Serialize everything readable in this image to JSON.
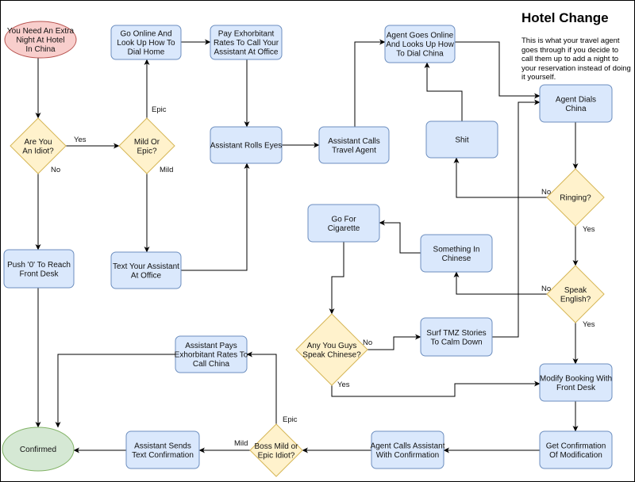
{
  "title": "Hotel Change",
  "description": "This is what your travel agent goes through if you decide to call them up to add a night to your reservation instead of doing it yourself.",
  "colors": {
    "process_fill": "#dae8fc",
    "process_stroke": "#6c8ebf",
    "decision_fill": "#fff2cc",
    "decision_stroke": "#d6b656",
    "start_fill": "#f8cecc",
    "start_stroke": "#b85450",
    "end_fill": "#d5e8d4",
    "end_stroke": "#82b366",
    "edge": "#000000"
  },
  "nodes": [
    {
      "id": "start",
      "shape": "ellipse",
      "lines": [
        "You Need An Extra",
        "Night At Hotel",
        "In China"
      ]
    },
    {
      "id": "idiot",
      "shape": "diamond",
      "lines": [
        "Are You",
        "An Idiot?"
      ]
    },
    {
      "id": "mild_epic",
      "shape": "diamond",
      "lines": [
        "Mild Or",
        "Epic?"
      ]
    },
    {
      "id": "go_online",
      "shape": "process",
      "lines": [
        "Go Online And",
        "Look Up How To",
        "Dial Home"
      ]
    },
    {
      "id": "pay_exorb",
      "shape": "process",
      "lines": [
        "Pay Exhorbitant",
        "Rates To Call Your",
        "Assistant At Office"
      ]
    },
    {
      "id": "rolls_eyes",
      "shape": "process",
      "lines": [
        "Assistant Rolls Eyes"
      ]
    },
    {
      "id": "calls_agent",
      "shape": "process",
      "lines": [
        "Assistant Calls",
        "Travel Agent"
      ]
    },
    {
      "id": "text_asst",
      "shape": "process",
      "lines": [
        "Text Your Assistant",
        "At Office"
      ]
    },
    {
      "id": "push0",
      "shape": "process",
      "lines": [
        "Push '0' To Reach",
        "Front Desk"
      ]
    },
    {
      "id": "agent_online",
      "shape": "process",
      "lines": [
        "Agent Goes Online",
        "And Looks Up How",
        "To Dial China"
      ]
    },
    {
      "id": "shit",
      "shape": "process",
      "lines": [
        "Shit"
      ]
    },
    {
      "id": "agent_dials",
      "shape": "process",
      "lines": [
        "Agent Dials",
        "China"
      ]
    },
    {
      "id": "ringing",
      "shape": "diamond",
      "lines": [
        "Ringing?"
      ]
    },
    {
      "id": "speak_english",
      "shape": "diamond",
      "lines": [
        "Speak",
        "English?"
      ]
    },
    {
      "id": "cigarette",
      "shape": "process",
      "lines": [
        "Go For",
        "Cigarette"
      ]
    },
    {
      "id": "chinese",
      "shape": "process",
      "lines": [
        "Something In",
        "Chinese"
      ]
    },
    {
      "id": "any_chinese",
      "shape": "diamond",
      "lines": [
        "Any You Guys",
        "Speak Chinese?"
      ]
    },
    {
      "id": "tmz",
      "shape": "process",
      "lines": [
        "Surf TMZ Stories",
        "To Calm Down"
      ]
    },
    {
      "id": "modify",
      "shape": "process",
      "lines": [
        "Modify Booking With",
        "Front Desk"
      ]
    },
    {
      "id": "get_conf",
      "shape": "process",
      "lines": [
        "Get Confirmation",
        "Of Modification"
      ]
    },
    {
      "id": "agent_calls_asst",
      "shape": "process",
      "lines": [
        "Agent Calls Assistant",
        "With Confirmation"
      ]
    },
    {
      "id": "boss",
      "shape": "diamond",
      "lines": [
        "Boss Mild or",
        "Epic Idiot?"
      ]
    },
    {
      "id": "asst_sends",
      "shape": "process",
      "lines": [
        "Assistant Sends",
        "Text Confirmation"
      ]
    },
    {
      "id": "asst_pays",
      "shape": "process",
      "lines": [
        "Assistant Pays",
        "Exhorbitant Rates To",
        "Call China"
      ]
    },
    {
      "id": "confirmed",
      "shape": "ellipse",
      "lines": [
        "Confirmed"
      ]
    }
  ],
  "edges": [
    {
      "from": "start",
      "to": "idiot",
      "label": ""
    },
    {
      "from": "idiot",
      "to": "mild_epic",
      "label": "Yes"
    },
    {
      "from": "idiot",
      "to": "push0",
      "label": "No"
    },
    {
      "from": "mild_epic",
      "to": "go_online",
      "label": "Epic"
    },
    {
      "from": "mild_epic",
      "to": "text_asst",
      "label": "Mild"
    },
    {
      "from": "go_online",
      "to": "pay_exorb",
      "label": ""
    },
    {
      "from": "pay_exorb",
      "to": "rolls_eyes",
      "label": ""
    },
    {
      "from": "text_asst",
      "to": "rolls_eyes",
      "label": ""
    },
    {
      "from": "rolls_eyes",
      "to": "calls_agent",
      "label": ""
    },
    {
      "from": "calls_agent",
      "to": "agent_online",
      "label": ""
    },
    {
      "from": "agent_online",
      "to": "agent_dials",
      "label": ""
    },
    {
      "from": "agent_dials",
      "to": "ringing",
      "label": ""
    },
    {
      "from": "ringing",
      "to": "shit",
      "label": "No"
    },
    {
      "from": "shit",
      "to": "agent_online",
      "label": ""
    },
    {
      "from": "ringing",
      "to": "speak_english",
      "label": "Yes"
    },
    {
      "from": "speak_english",
      "to": "chinese",
      "label": "No"
    },
    {
      "from": "chinese",
      "to": "cigarette",
      "label": ""
    },
    {
      "from": "cigarette",
      "to": "any_chinese",
      "label": ""
    },
    {
      "from": "any_chinese",
      "to": "tmz",
      "label": "No"
    },
    {
      "from": "tmz",
      "to": "agent_dials",
      "label": ""
    },
    {
      "from": "any_chinese",
      "to": "modify",
      "label": "Yes"
    },
    {
      "from": "speak_english",
      "to": "modify",
      "label": "Yes"
    },
    {
      "from": "modify",
      "to": "get_conf",
      "label": ""
    },
    {
      "from": "get_conf",
      "to": "agent_calls_asst",
      "label": ""
    },
    {
      "from": "agent_calls_asst",
      "to": "boss",
      "label": ""
    },
    {
      "from": "boss",
      "to": "asst_sends",
      "label": "Mild"
    },
    {
      "from": "boss",
      "to": "asst_pays",
      "label": "Epic"
    },
    {
      "from": "asst_sends",
      "to": "confirmed",
      "label": ""
    },
    {
      "from": "asst_pays",
      "to": "confirmed",
      "label": ""
    },
    {
      "from": "push0",
      "to": "confirmed",
      "label": ""
    }
  ]
}
